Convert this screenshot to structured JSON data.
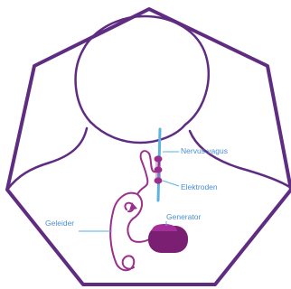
{
  "colors": {
    "outline": "#5f2c82",
    "lead": "#9c2f8c",
    "device": "#7a1f72",
    "device_top": "#a52f9a",
    "nerve": "#5bb3e0",
    "label_text": "#4a8fd0",
    "pointer": "#5bb3e0"
  },
  "labels": {
    "nerve": "Nervus vagus",
    "electrodes": "Elektroden",
    "lead": "Geleider",
    "generator": "Generator"
  }
}
